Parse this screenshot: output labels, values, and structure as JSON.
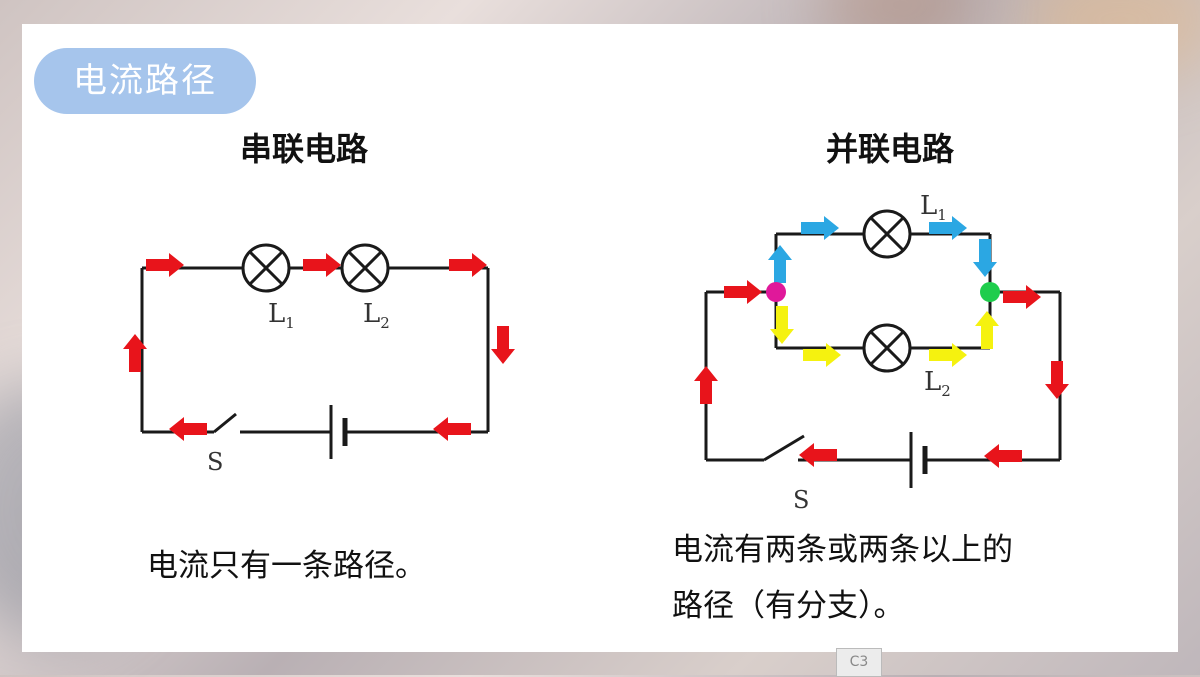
{
  "section_tag": "电流路径",
  "series": {
    "heading": "串联电路",
    "lamp_labels": [
      {
        "letter": "L",
        "sub": "1"
      },
      {
        "letter": "L",
        "sub": "2"
      }
    ],
    "switch_label": "S",
    "description": "电流只有一条路径。"
  },
  "parallel": {
    "heading": "并联电路",
    "lamp_labels": [
      {
        "letter": "L",
        "sub": "1"
      },
      {
        "letter": "L",
        "sub": "2"
      }
    ],
    "switch_label": "S",
    "description_lines": [
      "电流有两条或两条以上的",
      "路径（有分支）。"
    ]
  },
  "colors": {
    "main_current": "#e8141b",
    "branch_1": "#2ba7e3",
    "branch_2": "#f5f20f",
    "split_node": "#e0189a",
    "merge_node": "#1fcd4c",
    "wire": "#1a1a1a",
    "tag_background": "#a6c5ec"
  },
  "footer_badge": "C3"
}
